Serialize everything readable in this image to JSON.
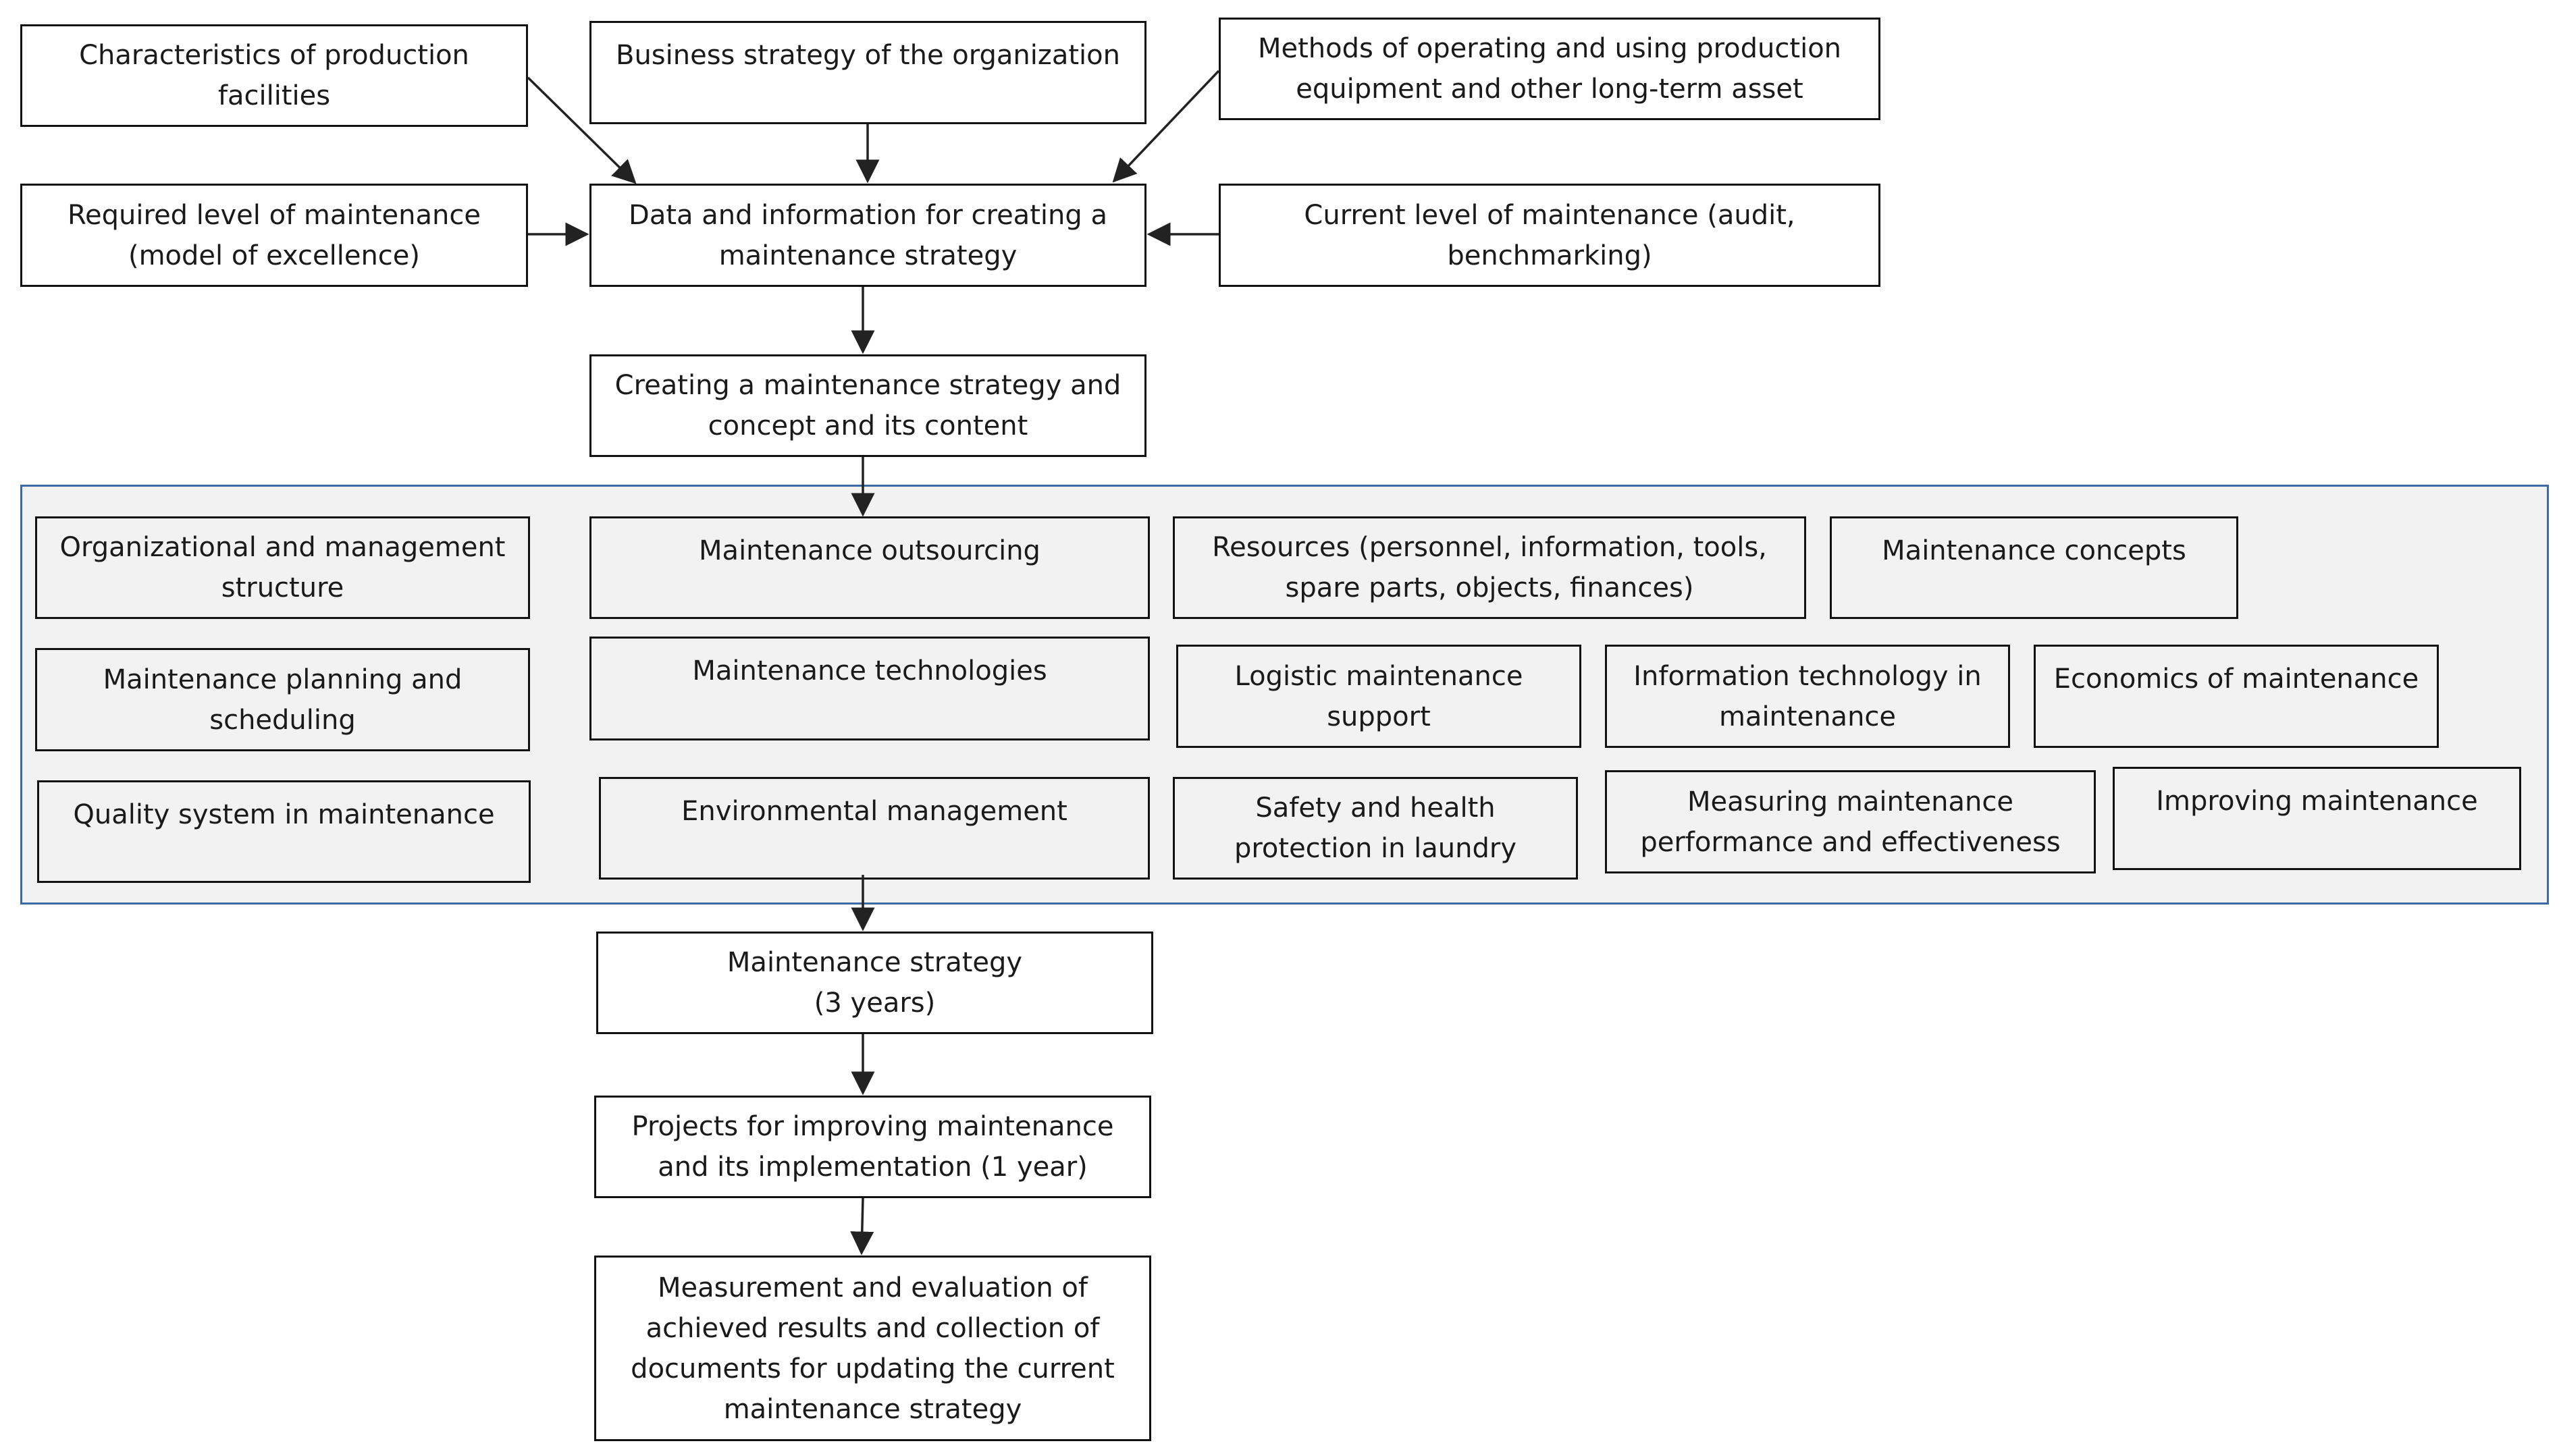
{
  "inputs": {
    "characteristics": "Characteristics of production facilities",
    "business_strategy": "Business strategy of the organization",
    "methods_operating": "Methods of operating and using production equipment and other long-term asset",
    "required_level": "Required level of maintenance (model of excellence)",
    "data_information": "Data and information for creating a maintenance strategy",
    "current_level": "Current level of maintenance (audit, benchmarking)"
  },
  "creating_strategy": "Creating a maintenance strategy and concept and its content",
  "strategy_content": [
    "Organizational and management structure",
    "Maintenance outsourcing",
    "Resources (personnel, information, tools, spare parts, objects, finances)",
    "Maintenance concepts",
    "Maintenance planning and scheduling",
    "Maintenance technologies",
    "Logistic maintenance support",
    "Information technology in maintenance",
    "Economics of maintenance",
    "Quality system in maintenance",
    "Environmental management",
    "Safety and health protection in laundry",
    "Measuring maintenance performance and effectiveness",
    "Improving maintenance"
  ],
  "outputs": {
    "maintenance_strategy": "Maintenance strategy\n(3 years)",
    "projects": "Projects for improving maintenance and its implementation (1 year)",
    "measurement": "Measurement and evaluation of achieved results and collection of documents for updating the current maintenance strategy"
  }
}
